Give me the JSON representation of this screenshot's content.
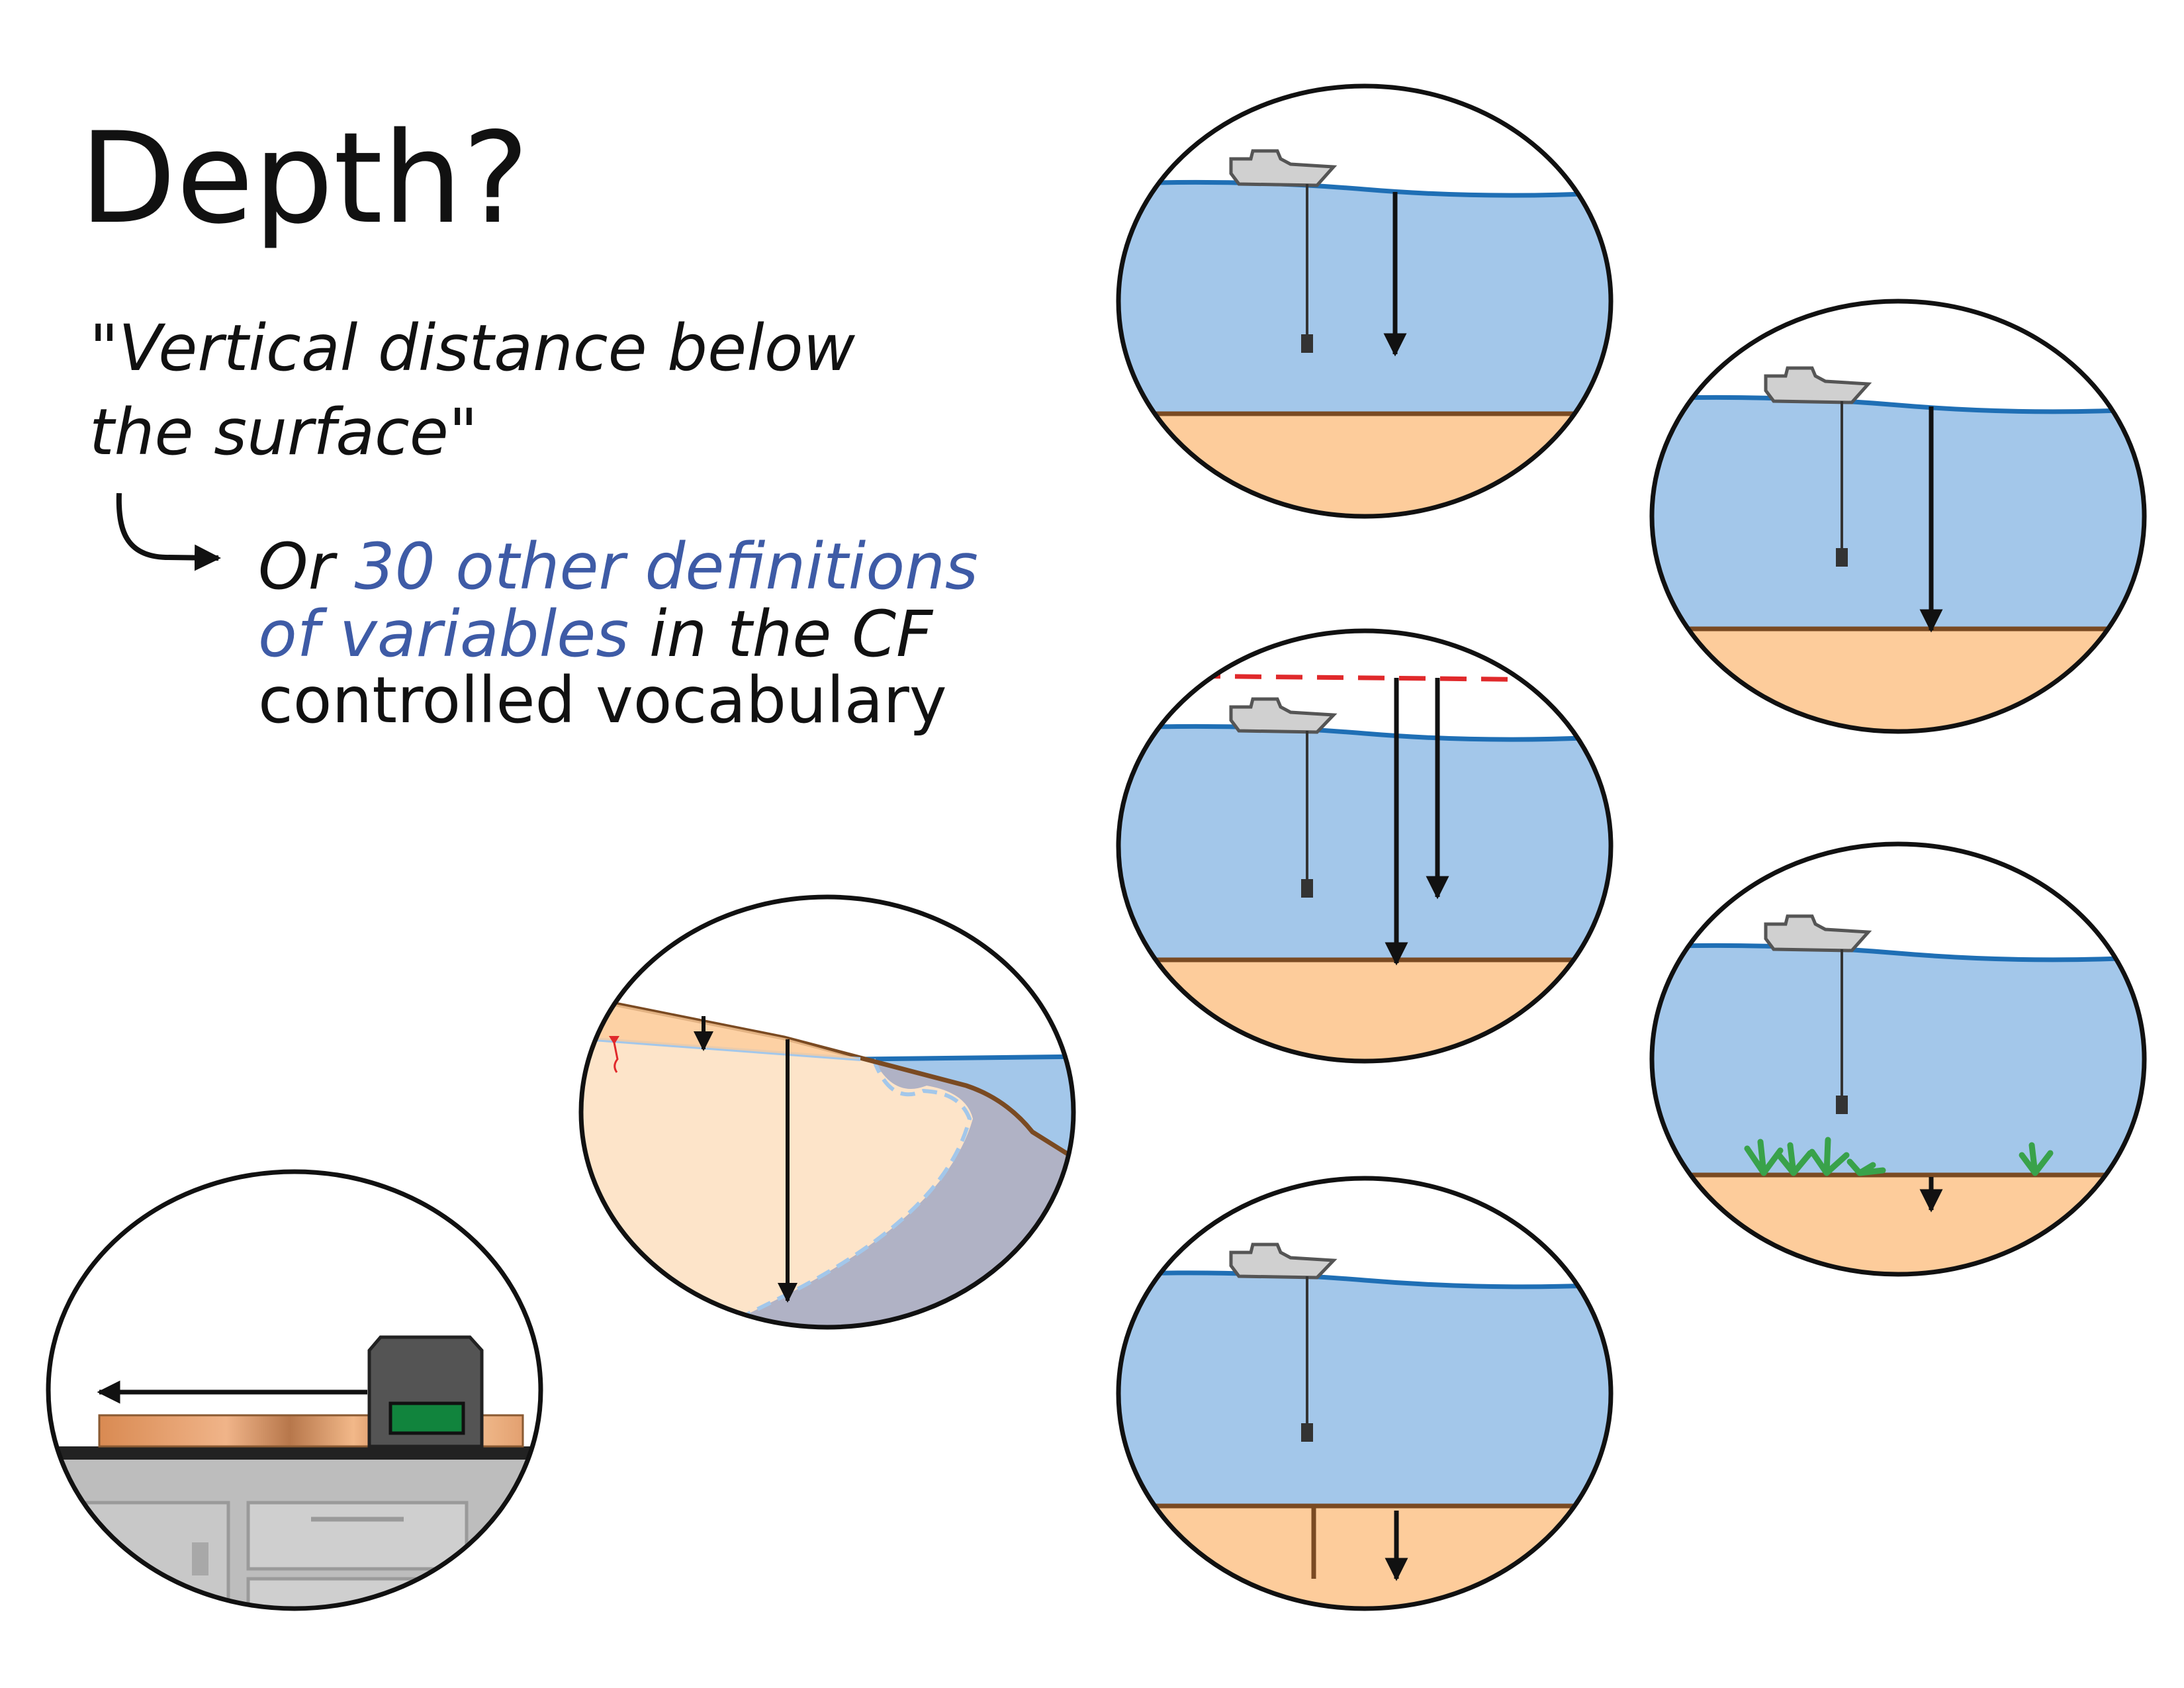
{
  "title": "Depth?",
  "quote": {
    "line1": "\"Vertical distance below",
    "line2": "the surface\""
  },
  "definitions": {
    "prefix": "Or",
    "highlight_line1": "30 other definitions",
    "highlight_line2": "of variables",
    "suffix_line2": "in the CF",
    "line3": "controlled vocabulary"
  },
  "colors": {
    "water": "#a3c7ea",
    "water_line": "#1f6fb5",
    "sediment": "#fdcc9b",
    "sediment_line": "#7a4a22",
    "reference_dash": "#e0292b",
    "highlight_text": "#3e5ba6",
    "ice": "#fde4c9",
    "rock": "#b0b2c5",
    "plants": "#39a24a",
    "instrument_body": "#545454",
    "instrument_display": "#11843d",
    "core_sample": "#e9a574",
    "cabinet": "#bdbdbd"
  }
}
